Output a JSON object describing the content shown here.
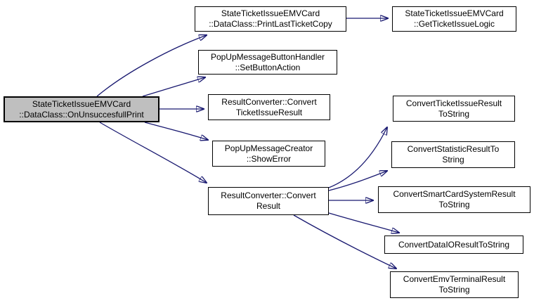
{
  "diagram": {
    "type": "call-graph",
    "background": "#ffffff",
    "colors": {
      "edge": "#191970",
      "node_border": "#000000",
      "node_fill": "#ffffff",
      "root_node_fill": "#bfbfbf",
      "text": "#000000"
    },
    "nodes": [
      {
        "id": "on-unsuccesfull-print",
        "label": "StateTicketIssueEMVCard\n::DataClass::OnUnsuccesfullPrint",
        "root": true
      },
      {
        "id": "print-last-ticket-copy",
        "label": "StateTicketIssueEMVCard\n::DataClass::PrintLastTicketCopy"
      },
      {
        "id": "get-ticket-issue-logic",
        "label": "StateTicketIssueEMVCard\n::GetTicketIssueLogic"
      },
      {
        "id": "set-button-action",
        "label": "PopUpMessageButtonHandler\n::SetButtonAction"
      },
      {
        "id": "convert-ticket-issue-result",
        "label": "ResultConverter::Convert\nTicketIssueResult"
      },
      {
        "id": "show-error",
        "label": "PopUpMessageCreator\n::ShowError"
      },
      {
        "id": "convert-result",
        "label": "ResultConverter::Convert\nResult"
      },
      {
        "id": "convert-ticket-issue-result-to-string",
        "label": "ConvertTicketIssueResult\nToString"
      },
      {
        "id": "convert-statistic-result-to-string",
        "label": "ConvertStatisticResultTo\nString"
      },
      {
        "id": "convert-smart-card-system-result-to-string",
        "label": "ConvertSmartCardSystemResult\nToString"
      },
      {
        "id": "convert-data-io-result-to-string",
        "label": "ConvertDataIOResultToString"
      },
      {
        "id": "convert-emv-terminal-result-to-string",
        "label": "ConvertEmvTerminalResult\nToString"
      }
    ],
    "edges": [
      {
        "from": "on-unsuccesfull-print",
        "to": "print-last-ticket-copy"
      },
      {
        "from": "on-unsuccesfull-print",
        "to": "set-button-action"
      },
      {
        "from": "on-unsuccesfull-print",
        "to": "convert-ticket-issue-result"
      },
      {
        "from": "on-unsuccesfull-print",
        "to": "show-error"
      },
      {
        "from": "on-unsuccesfull-print",
        "to": "convert-result"
      },
      {
        "from": "print-last-ticket-copy",
        "to": "get-ticket-issue-logic"
      },
      {
        "from": "convert-result",
        "to": "convert-ticket-issue-result-to-string"
      },
      {
        "from": "convert-result",
        "to": "convert-statistic-result-to-string"
      },
      {
        "from": "convert-result",
        "to": "convert-smart-card-system-result-to-string"
      },
      {
        "from": "convert-result",
        "to": "convert-data-io-result-to-string"
      },
      {
        "from": "convert-result",
        "to": "convert-emv-terminal-result-to-string"
      }
    ]
  }
}
